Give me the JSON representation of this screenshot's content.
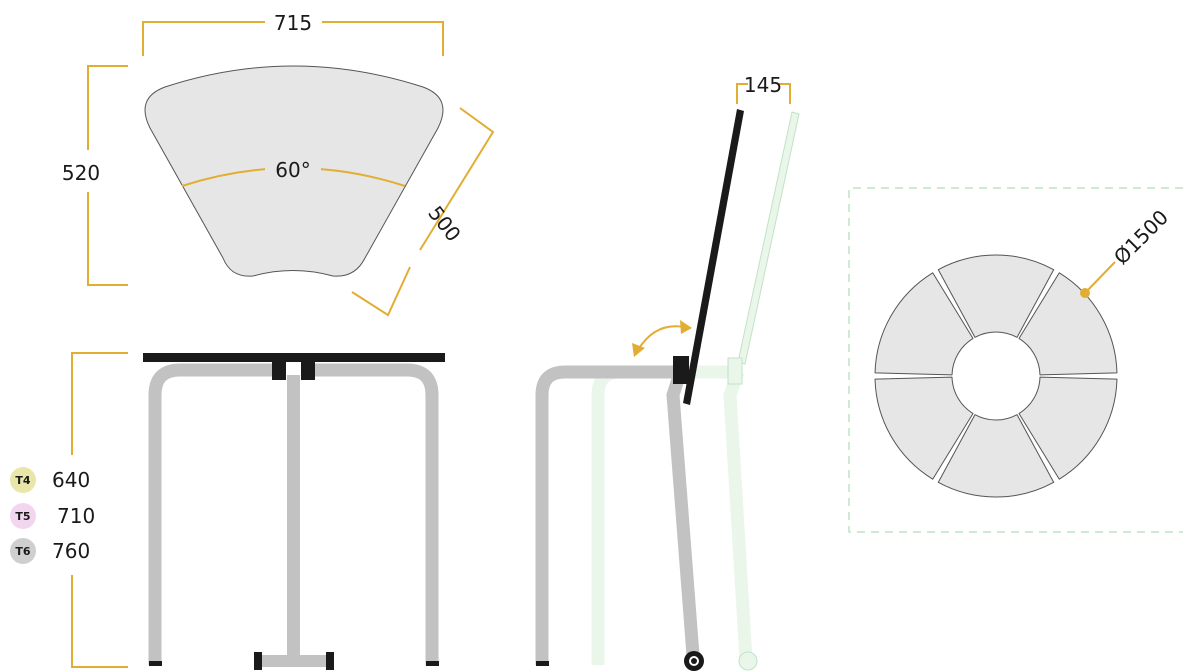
{
  "top_view": {
    "width_label": "715",
    "depth_label": "520",
    "side_label": "500",
    "angle_label": "60°"
  },
  "side_view": {
    "tilt_offset_label": "145"
  },
  "arrangement": {
    "diameter_label": "Ø1500"
  },
  "heights": [
    {
      "badge": "T4",
      "value": "640",
      "color": "#e8e6a8"
    },
    {
      "badge": "T5",
      "value": "710",
      "color": "#f2d6ef"
    },
    {
      "badge": "T6",
      "value": "760",
      "color": "#cfcfcf"
    }
  ],
  "colors": {
    "dimension_line": "#e2ad33",
    "tabletop_fill": "#e6e6e6",
    "frame": "#c2c2c2",
    "tabletop_edge": "#1a1a1a",
    "ghost_frame": "#eaf6ea",
    "ghost_outline": "#bfe3c6"
  }
}
